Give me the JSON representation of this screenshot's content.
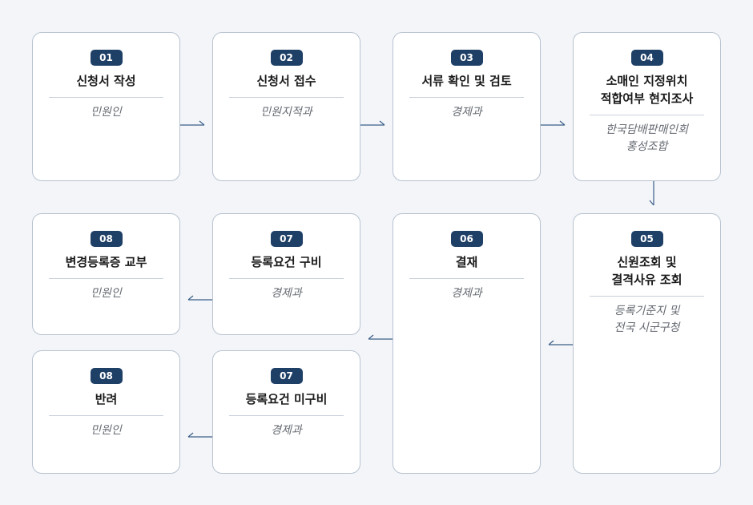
{
  "steps": [
    {
      "num": "01",
      "title": "신청서 작성",
      "dept": "민원인"
    },
    {
      "num": "02",
      "title": "신청서 접수",
      "dept": "민원지적과"
    },
    {
      "num": "03",
      "title": "서류 확인 및 검토",
      "dept": "경제과"
    },
    {
      "num": "04",
      "title": "소매인 지정위치\n적합여부 현지조사",
      "dept": "한국담배판매인회\n홍성조합"
    },
    {
      "num": "05",
      "title": "신원조회 및\n결격사유 조회",
      "dept": "등록기준지 및\n전국 시군구청"
    },
    {
      "num": "06",
      "title": "결재",
      "dept": "경제과"
    },
    {
      "num": "07",
      "title": "등록요건 구비",
      "dept": "경제과"
    },
    {
      "num": "08",
      "title": "변경등록증 교부",
      "dept": "민원인"
    },
    {
      "num": "07",
      "title": "등록요건 미구비",
      "dept": "경제과"
    },
    {
      "num": "08",
      "title": "반려",
      "dept": "민원인"
    }
  ],
  "colors": {
    "badge": "#1e3f66",
    "arrow": "#3b5f88",
    "border": "#b8c3d1"
  }
}
